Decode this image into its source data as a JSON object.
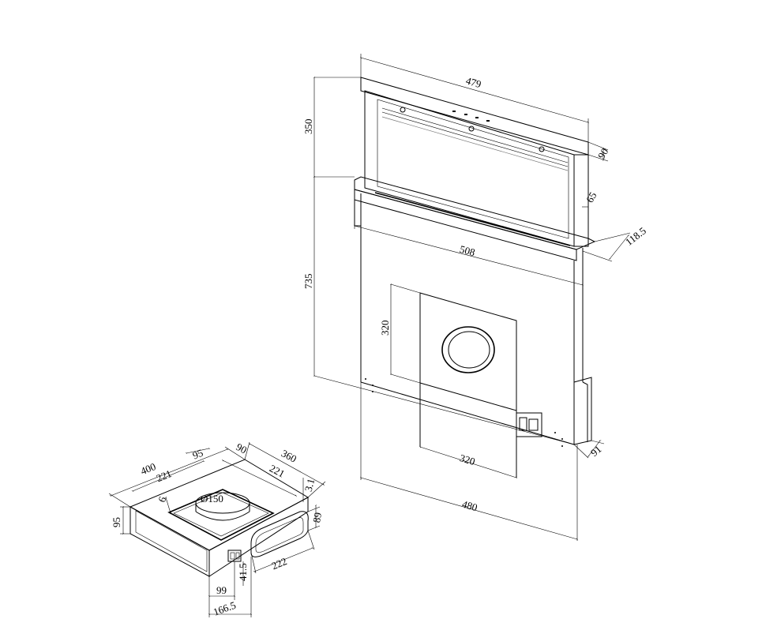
{
  "main_view": {
    "dims": {
      "top_width": "479",
      "height_top": "350",
      "depth_top": "90",
      "glass_offset": "65",
      "depth_base": "118.5",
      "base_width": "508",
      "body_height": "735",
      "panel_height": "320",
      "panel_width": "320",
      "bottom_depth": "91",
      "bottom_width": "480"
    }
  },
  "motor_view": {
    "dims": {
      "length": "400",
      "width": "360",
      "left_offset": "221",
      "right_offset": "221",
      "offset_95": "95",
      "offset_90": "90",
      "inset": "6",
      "duct_diameter": "Ø150",
      "height": "95",
      "height_small": "3.1",
      "outlet_height": "89",
      "outlet_width": "222",
      "outlet_offset": "41.5",
      "side_99": "99",
      "side_166": "166.5"
    }
  }
}
